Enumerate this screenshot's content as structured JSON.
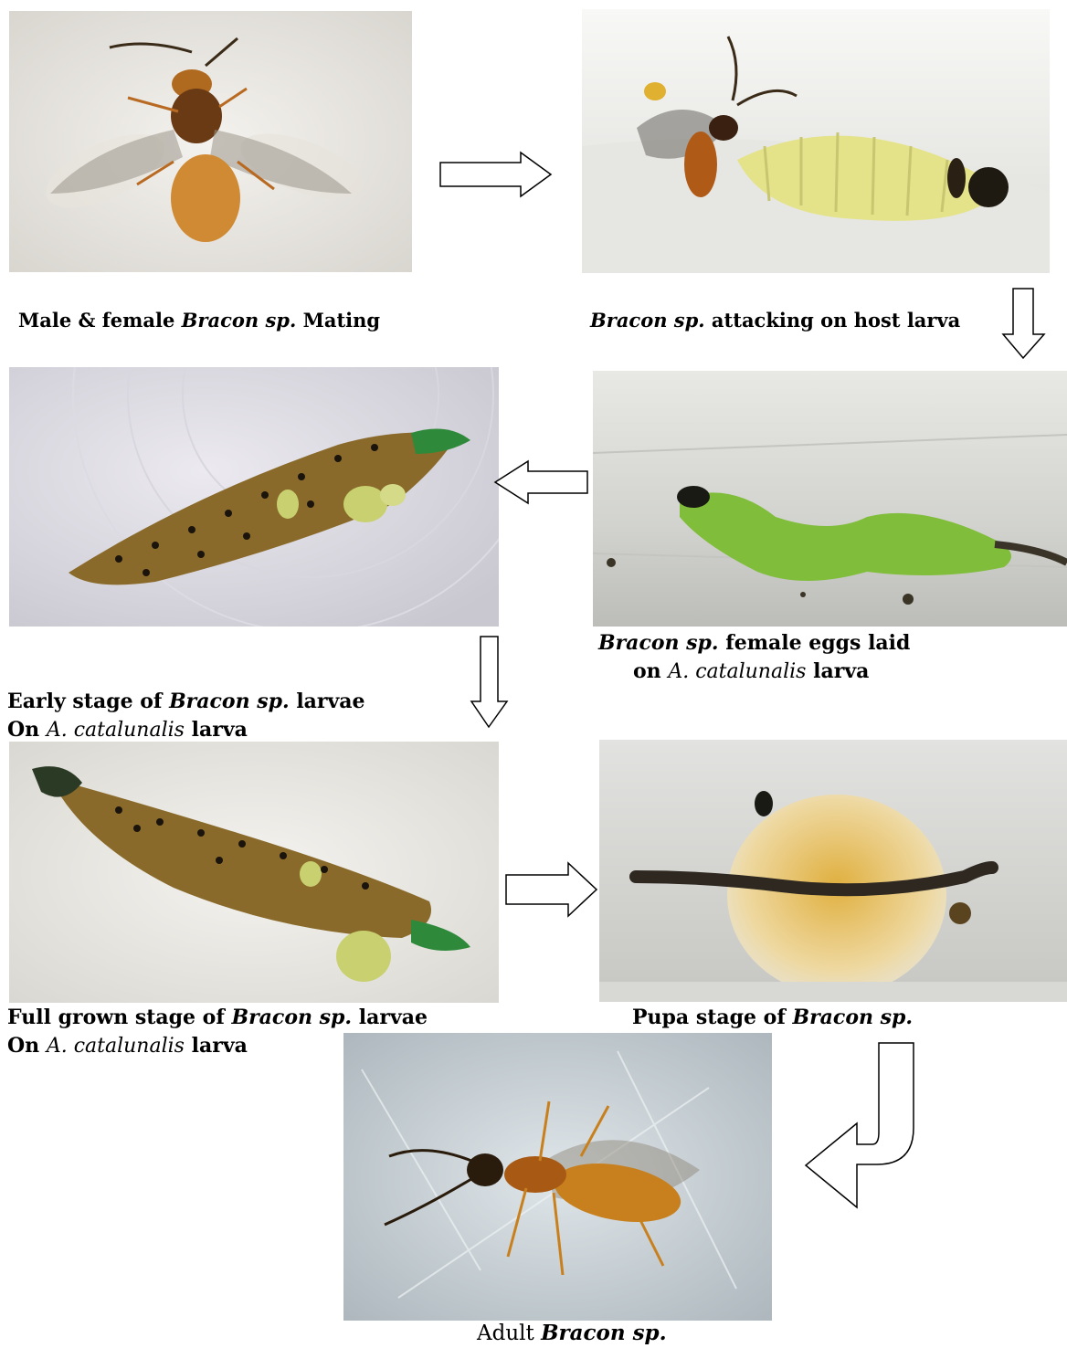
{
  "captions": {
    "mating": {
      "pre": "Male & female ",
      "genus": "Bracon sp.",
      "post": " Mating"
    },
    "attacking": {
      "genus": "Bracon sp.",
      "post": " attacking on host larva"
    },
    "eggs": {
      "genus": "Bracon sp.",
      "mid": " female  eggs laid",
      "on": "on ",
      "host": "A. catalunalis",
      "post": " larva"
    },
    "early": {
      "pre": "Early stage of ",
      "genus": "Bracon sp.",
      "mid": " larvae",
      "on": "On ",
      "host": "A. catalunalis",
      "post": " larva"
    },
    "full": {
      "pre": "Full grown stage of ",
      "genus": "Bracon sp.",
      "mid": " larvae",
      "on": "On ",
      "host": "A. catalunalis",
      "post": " larva"
    },
    "pupa": {
      "pre": "Pupa stage of ",
      "genus": "Bracon sp."
    },
    "adult": {
      "pre": "Adult ",
      "genus": "Bracon sp."
    }
  },
  "photos": [
    {
      "id": "mating",
      "subject": "mating wasps"
    },
    {
      "id": "attacking",
      "subject": "wasp on yellow host larva"
    },
    {
      "id": "eggs",
      "subject": "green host larva"
    },
    {
      "id": "early",
      "subject": "brown host larva with early wasp larvae"
    },
    {
      "id": "full",
      "subject": "brown host larva with full grown wasp larvae"
    },
    {
      "id": "pupa",
      "subject": "pupal cocoon"
    },
    {
      "id": "adult",
      "subject": "adult wasp"
    }
  ],
  "colors": {
    "arrow_stroke": "#000000",
    "arrow_fill": "#ffffff",
    "wasp_body": "#b8651e",
    "host_yellow": "#e4e38a",
    "host_green": "#7fbd3a",
    "host_brown": "#8a6a2a"
  }
}
